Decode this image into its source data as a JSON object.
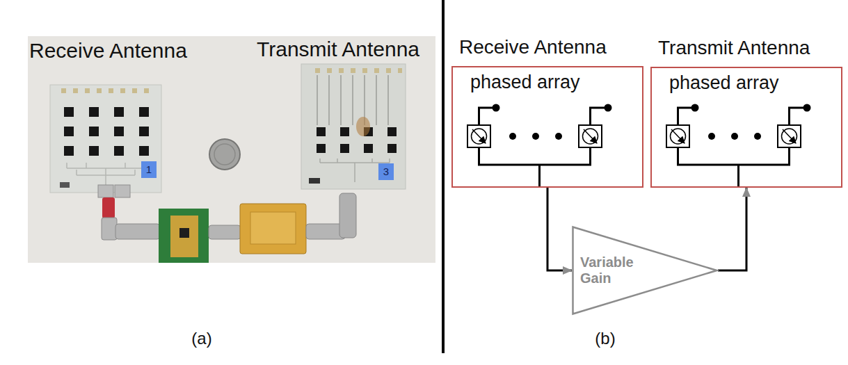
{
  "diagram": {
    "nodes": [
      {
        "text": [
          "Receive Antenna",
          "phased array"
        ]
      },
      {
        "text": [
          "Transmit Antenna",
          "phased array"
        ]
      },
      {
        "text": [
          "Variable Gain"
        ]
      }
    ],
    "edges": [
      {
        "from": 0,
        "to": 2,
        "arrow": "to"
      },
      {
        "from": 2,
        "to": 1,
        "arrow": "to"
      }
    ],
    "labels": [
      "Receive Antenna",
      "Transmit Antenna",
      "1",
      "3",
      "(a)",
      "(b)"
    ]
  }
}
